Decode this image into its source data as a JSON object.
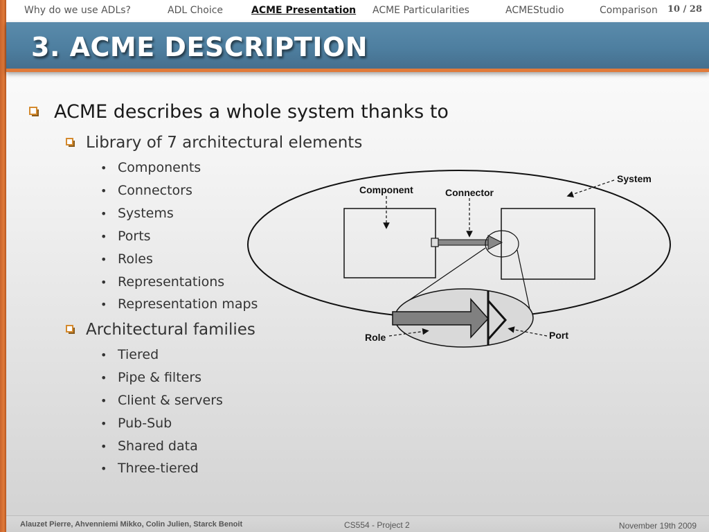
{
  "nav": {
    "items": [
      {
        "label": "Why do we use ADLs?",
        "active": false
      },
      {
        "label": "ADL Choice",
        "active": false
      },
      {
        "label": "ACME Presentation",
        "active": true
      },
      {
        "label": "ACME Particularities",
        "active": false
      },
      {
        "label": "ACMEStudio",
        "active": false
      },
      {
        "label": "Comparison",
        "active": false
      }
    ],
    "page": "10 / 28"
  },
  "slide": {
    "title": "3. ACME DESCRIPTION",
    "bullets": [
      {
        "level": 1,
        "text": "ACME describes a whole system thanks to"
      },
      {
        "level": 2,
        "text": "Library of 7 architectural elements"
      },
      {
        "level": 3,
        "text": "Components"
      },
      {
        "level": 3,
        "text": "Connectors"
      },
      {
        "level": 3,
        "text": "Systems"
      },
      {
        "level": 3,
        "text": "Ports"
      },
      {
        "level": 3,
        "text": "Roles"
      },
      {
        "level": 3,
        "text": "Representations"
      },
      {
        "level": 3,
        "text": "Representation maps"
      },
      {
        "level": 2,
        "text": "Architectural families"
      },
      {
        "level": 3,
        "text": "Tiered"
      },
      {
        "level": 3,
        "text": "Pipe & filters"
      },
      {
        "level": 3,
        "text": "Client & servers"
      },
      {
        "level": 3,
        "text": "Pub-Sub"
      },
      {
        "level": 3,
        "text": "Shared data"
      },
      {
        "level": 3,
        "text": "Three-tiered"
      }
    ]
  },
  "diagram": {
    "labels": {
      "system": "System",
      "component": "Component",
      "connector": "Connector",
      "role": "Role",
      "port": "Port"
    }
  },
  "footer": {
    "authors": "Alauzet Pierre, Ahvenniemi Mikko, Colin Julien, Starck Benoit",
    "course": "CS554 - Project 2",
    "date": "November 19th 2009"
  },
  "colors": {
    "title_bar": "#4e7fa0",
    "accent_orange": "#e07a3a",
    "bullet_square": "#d48a2e"
  }
}
